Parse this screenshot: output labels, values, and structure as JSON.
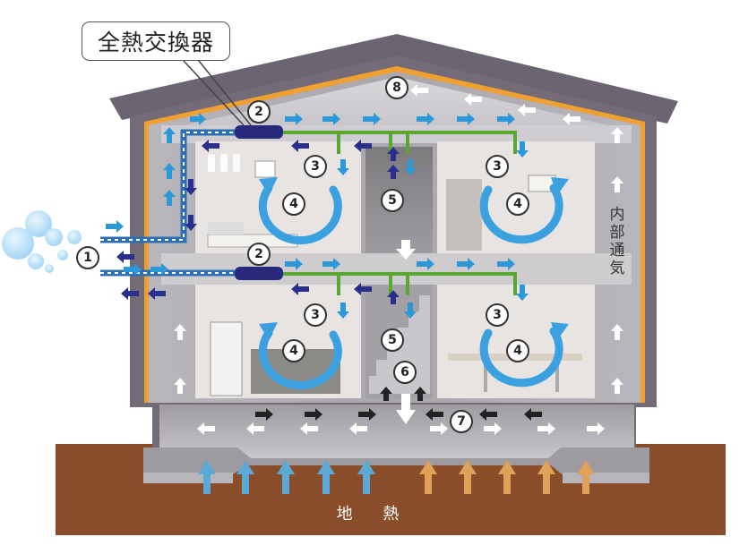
{
  "callout": {
    "text": "全熱交換器"
  },
  "markers": [
    "1",
    "2",
    "2",
    "3",
    "3",
    "3",
    "3",
    "4",
    "4",
    "4",
    "4",
    "5",
    "5",
    "6",
    "7",
    "8"
  ],
  "side_label": [
    "内",
    "部",
    "通",
    "気"
  ],
  "ground_label": "地 熱",
  "colors": {
    "roof": "#6b6472",
    "wall": "#7a7380",
    "insulation": "#f0a030",
    "interior": "#e6e3e1",
    "ground": "#8a4d2a",
    "duct": "#5aa832",
    "fan_arrow": "#3aa0e0",
    "air_in": "#2c98d8",
    "air_out": "#2b2f8c",
    "geo_cool": "#5aa9d6",
    "geo_warm": "#e0a25a"
  },
  "icons": [
    "heat-exchanger-icon",
    "air-puff-icon",
    "circular-arrow-icon",
    "flow-arrow-icon"
  ]
}
